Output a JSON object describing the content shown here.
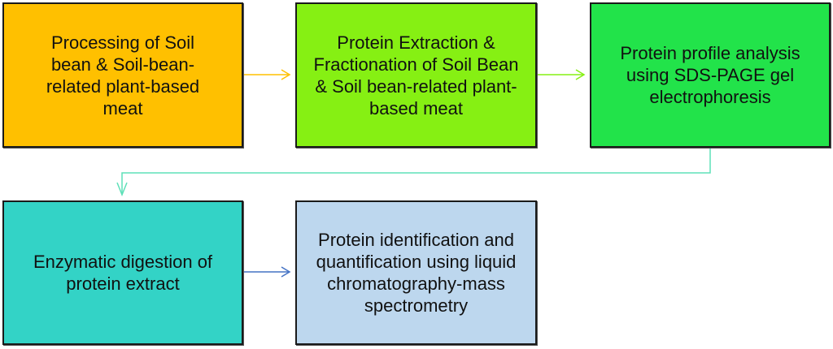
{
  "steps": [
    {
      "label": "Processing of Soil bean & Soil-bean-related plant-based meat",
      "color": "#FFC000"
    },
    {
      "label": "Protein Extraction & Fractionation of Soil Bean & Soil bean-related plant-based meat",
      "color": "#86F013"
    },
    {
      "label": "Protein profile analysis using SDS-PAGE gel electrophoresis",
      "color": "#22E34A"
    },
    {
      "label": "Enzymatic digestion of protein extract",
      "color": "#33D3C6"
    },
    {
      "label": "Protein identification and quantification using liquid chromatography-mass spectrometry",
      "color": "#BDD7EE"
    }
  ],
  "arrow_colors": [
    "#FFC000",
    "#86F013",
    "#5EE0B8",
    "#4472C4"
  ]
}
